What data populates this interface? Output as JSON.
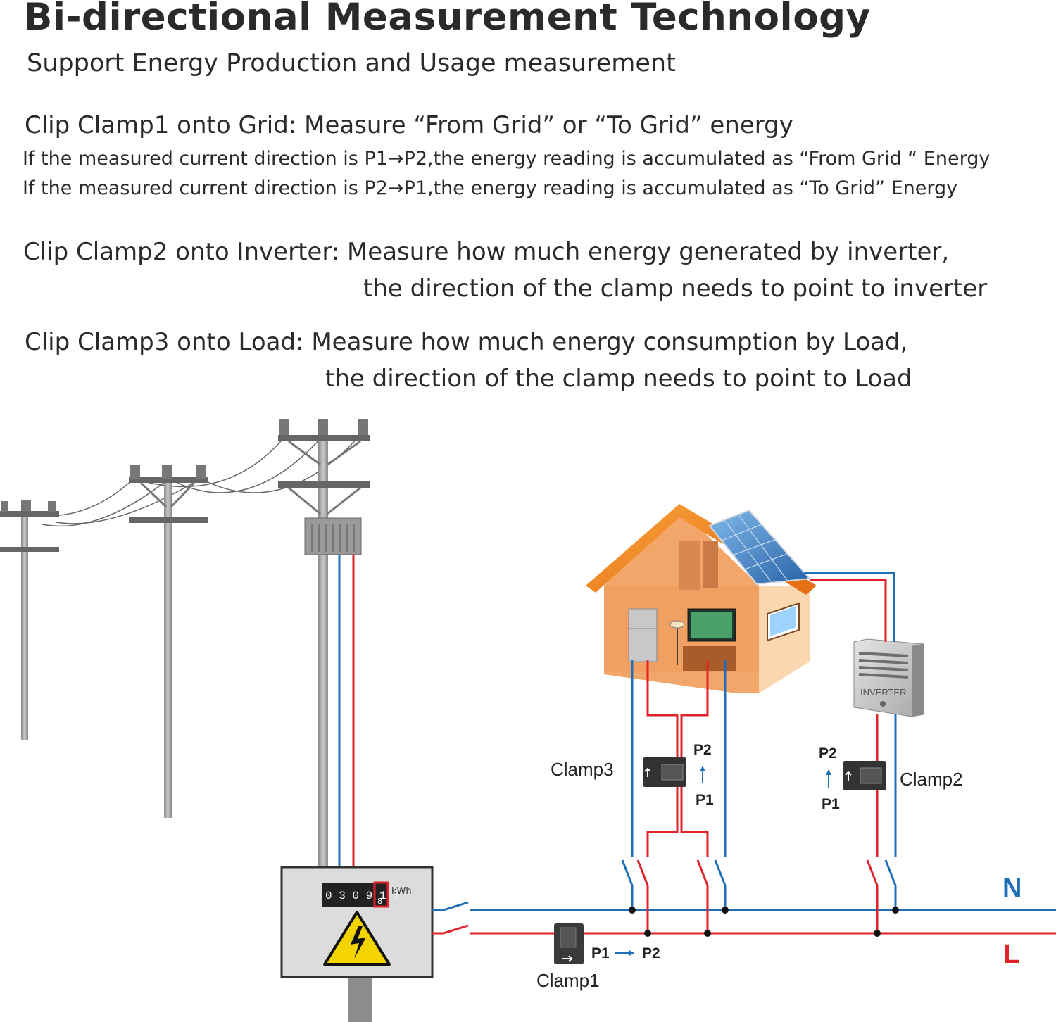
{
  "header": {
    "title": "Bi-directional Measurement Technology",
    "subtitle": "Support Energy Production and Usage measurement"
  },
  "clamp1_section": {
    "lead": "Clip Clamp1 onto Grid:",
    "text": "Measure “From Grid” or “To Grid” energy",
    "line1": "If the measured current direction is P1→P2,the energy reading is accumulated as “From Grid “ Energy",
    "line2": "If the measured current direction is P2→P1,the energy reading is accumulated as “To Grid” Energy"
  },
  "clamp2_section": {
    "lead": "Clip Clamp2 onto Inverter:",
    "text": "Measure how much energy generated by inverter,",
    "text2": "the direction of the clamp needs to point to inverter"
  },
  "clamp3_section": {
    "lead": "Clip Clamp3 onto Load:",
    "text": "Measure how much energy consumption by Load,",
    "text2": "the direction of the clamp needs to point to Load"
  },
  "diagram": {
    "meter_digits": "0 3 0 9 1 7",
    "meter_last_digit": "8",
    "meter_unit": "kWh",
    "inverter_label": "INVERTER",
    "neutral_label": "N",
    "live_label": "L",
    "clamp1": {
      "name": "Clamp1",
      "p1": "P1",
      "p2": "P2"
    },
    "clamp2": {
      "name": "Clamp2",
      "p1": "P1",
      "p2": "P2"
    },
    "clamp3": {
      "name": "Clamp3",
      "p1": "P1",
      "p2": "P2"
    },
    "colors": {
      "neutral": "#1f6fb8",
      "live": "#e0222b",
      "title": "#2a2a2a"
    }
  }
}
